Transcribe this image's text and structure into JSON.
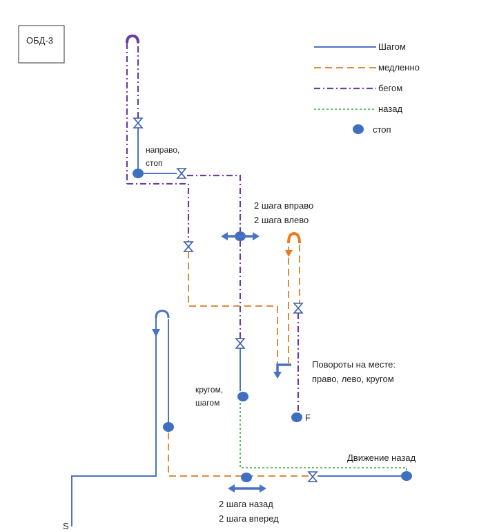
{
  "title": "ОБД-3",
  "legend": {
    "walk": "Шагом",
    "slow": "медленно",
    "run": "бегом",
    "back": "назад",
    "stop": "стоп"
  },
  "labels": {
    "right_stop_1": "направо,",
    "right_stop_2": "стоп",
    "side_steps_1": "2 шага вправо",
    "side_steps_2": "2 шага влево",
    "turns_1": "Повороты на месте:",
    "turns_2": "право, лево, кругом",
    "about_turn_1": "кругом,",
    "about_turn_2": "шагом",
    "finish": "F",
    "start": "S",
    "backward": "Движение назад",
    "back_fwd_1": "2 шага назад",
    "back_fwd_2": "2 шага вперед"
  },
  "colors": {
    "walk": "#4a72c4",
    "slow": "#e08a3c",
    "run": "#6a3da0",
    "back": "#3caa3c",
    "stop": "#3f6fc0",
    "orange_turn": "#f07a1e"
  }
}
